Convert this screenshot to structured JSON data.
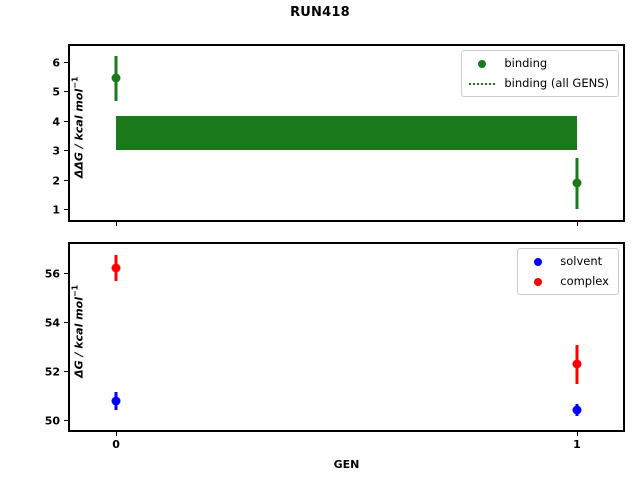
{
  "figure": {
    "title": "RUN418",
    "background": "#ffffff"
  },
  "colors": {
    "binding": "#1a7a1a",
    "solvent": "#0000ff",
    "complex": "#ff0000",
    "axis": "#000000",
    "legend_border": "#cccccc"
  },
  "panels": {
    "top": {
      "ylabel": "ΔΔG / kcal mol",
      "ylabel_exp": "−1",
      "yticks": [
        "1",
        "2",
        "3",
        "4",
        "5",
        "6"
      ],
      "legend": [
        {
          "label": "binding",
          "handle": "dot",
          "color": "#1a7a1a"
        },
        {
          "label": "binding (all GENS)",
          "handle": "dotted-line",
          "color": "#1a7a1a"
        }
      ]
    },
    "bottom": {
      "ylabel": "ΔG / kcal mol",
      "ylabel_exp": "−1",
      "yticks": [
        "50",
        "52",
        "54",
        "56"
      ],
      "xlabel": "GEN",
      "xticks": [
        "0",
        "1"
      ],
      "legend": [
        {
          "label": "solvent",
          "handle": "dot",
          "color": "#0000ff"
        },
        {
          "label": "complex",
          "handle": "dot",
          "color": "#ff0000"
        }
      ]
    }
  },
  "chart_data": [
    {
      "type": "scatter",
      "panel": "top",
      "title": "RUN418",
      "xlabel": "",
      "ylabel": "ΔΔG / kcal mol⁻¹",
      "xlim": [
        -0.1,
        1.1
      ],
      "ylim": [
        0.62,
        6.55
      ],
      "xticks": [
        0,
        1
      ],
      "xticklabels": [
        "0",
        "1"
      ],
      "yticks": [
        1,
        2,
        3,
        4,
        5,
        6
      ],
      "grid": false,
      "legend_position": "upper right",
      "series": [
        {
          "name": "binding",
          "color": "#1a7a1a",
          "marker": "o",
          "x": [
            0,
            1
          ],
          "values": [
            5.45,
            1.87
          ],
          "yerr": [
            0.76,
            0.86
          ]
        }
      ],
      "bands": [
        {
          "name": "binding (all GENS)",
          "color": "#1a7a1a",
          "x_range": [
            0,
            1
          ],
          "y_low": 3.02,
          "y_high": 4.16
        }
      ]
    },
    {
      "type": "scatter",
      "panel": "bottom",
      "title": "",
      "xlabel": "GEN",
      "ylabel": "ΔG / kcal mol⁻¹",
      "xlim": [
        -0.1,
        1.1
      ],
      "ylim": [
        49.6,
        57.2
      ],
      "xticks": [
        0,
        1
      ],
      "xticklabels": [
        "0",
        "1"
      ],
      "yticks": [
        50,
        52,
        54,
        56
      ],
      "grid": false,
      "legend_position": "upper right",
      "series": [
        {
          "name": "solvent",
          "color": "#0000ff",
          "marker": "o",
          "x": [
            0,
            1
          ],
          "values": [
            50.8,
            50.42
          ],
          "yerr": [
            0.37,
            0.26
          ]
        },
        {
          "name": "complex",
          "color": "#ff0000",
          "marker": "o",
          "x": [
            0,
            1
          ],
          "values": [
            56.22,
            52.28
          ],
          "yerr": [
            0.55,
            0.8
          ]
        }
      ]
    }
  ]
}
